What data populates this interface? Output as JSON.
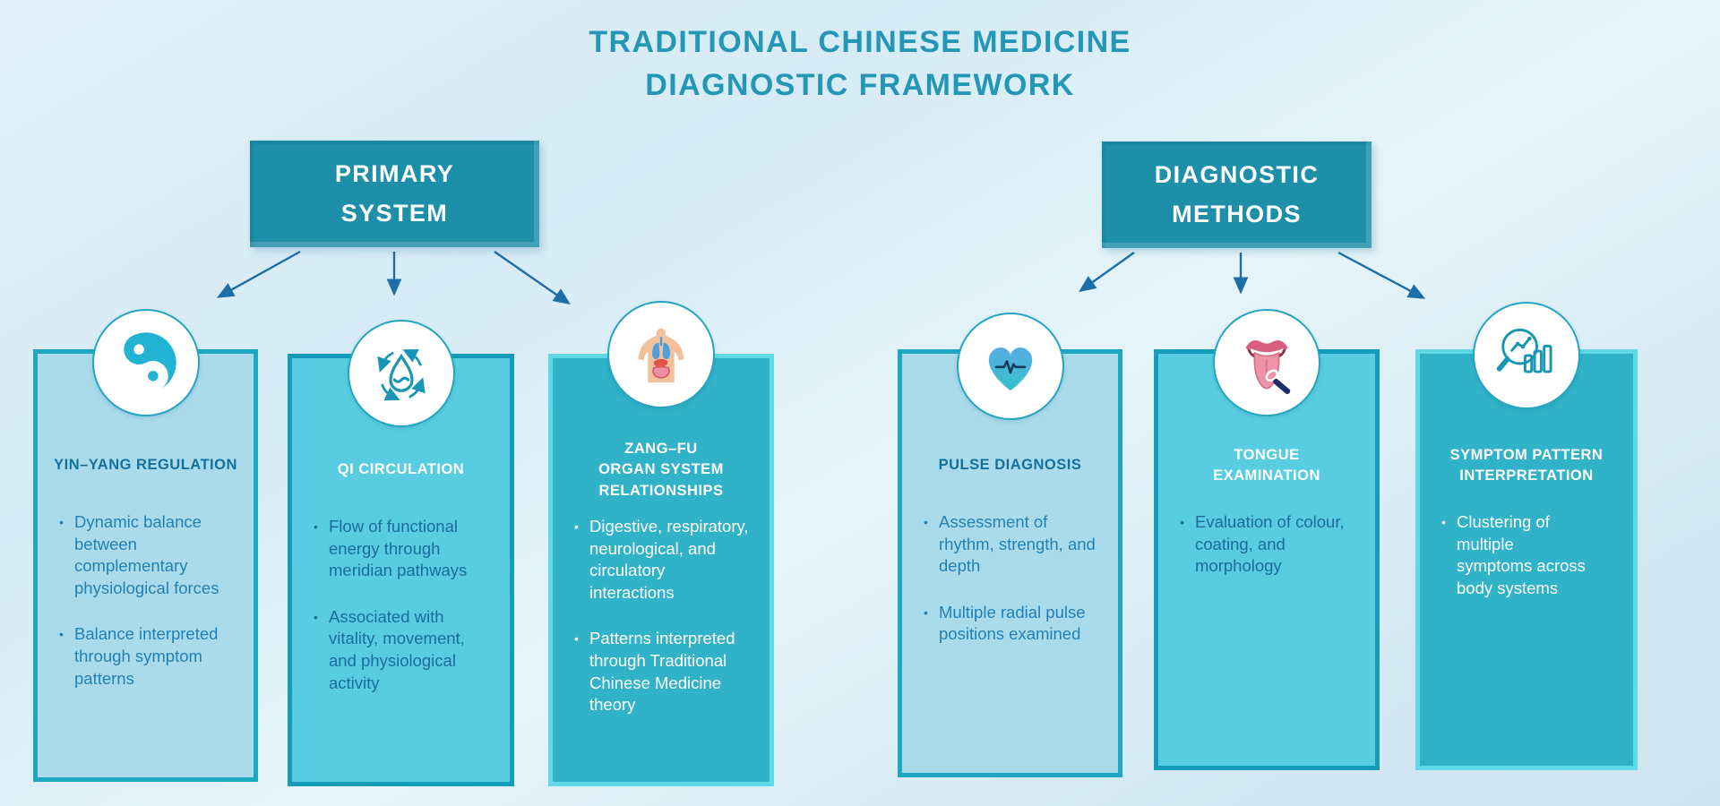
{
  "title": {
    "line1": "TRADITIONAL CHINESE MEDICINE",
    "line2": "DIAGNOSTIC FRAMEWORK"
  },
  "headers": [
    {
      "id": "primary-system",
      "lines": [
        "PRIMARY",
        "SYSTEM"
      ]
    },
    {
      "id": "diagnostic-methods",
      "lines": [
        "DIAGNOSTIC",
        "METHODS"
      ]
    }
  ],
  "cards": [
    {
      "icon": "yin-yang-icon",
      "title_lines": [
        "YIN–YANG REGULATION"
      ],
      "bullets": [
        "Dynamic balance between complementary physiological forces",
        "Balance interpreted through symptom patterns"
      ]
    },
    {
      "icon": "qi-circulation-icon",
      "title_lines": [
        "QI CIRCULATION"
      ],
      "bullets": [
        "Flow of functional energy through meridian pathways",
        "Associated with vitality, movement, and physiological activity"
      ]
    },
    {
      "icon": "zang-fu-organs-icon",
      "title_lines": [
        "ZANG–FU",
        "ORGAN SYSTEM",
        "RELATIONSHIPS"
      ],
      "bullets": [
        "Digestive, respiratory, neurological, and circulatory interactions",
        "Patterns interpreted through Traditional Chinese Medicine theory"
      ]
    },
    {
      "icon": "heart-pulse-icon",
      "title_lines": [
        "PULSE DIAGNOSIS"
      ],
      "bullets": [
        "Assessment of rhythm, strength, and depth",
        "Multiple radial pulse positions examined"
      ]
    },
    {
      "icon": "tongue-examination-icon",
      "title_lines": [
        "TONGUE",
        "EXAMINATION"
      ],
      "bullets": [
        "Evaluation of colour, coating, and morphology"
      ]
    },
    {
      "icon": "magnifier-chart-icon",
      "title_lines": [
        "SYMPTOM PATTERN",
        "INTERPRETATION"
      ],
      "bullets": [
        "Clustering of multiple symptoms across body systems"
      ]
    }
  ],
  "colors": {
    "page_background": "#d9edf7",
    "title_text": "#2497b6",
    "header_box": "#1e8fa9",
    "header_text": "#ffffff",
    "arrow": "#1d6da6",
    "card_light_bg": "#a9dbeb",
    "card_light_border": "#1ea7c2",
    "card_light_title": "#14719f",
    "card_light_text": "#2380b4",
    "card_mid_bg": "#58cde2",
    "card_mid_border": "#149cba",
    "card_mid_text": "#1c6b9e",
    "card_dark_bg": "#30b2c8",
    "card_dark_border": "#5fd8e7",
    "card_dark_text": "#ffffff",
    "icon_stroke": "#1996b4",
    "yin_yang_fill": "#22b2d4"
  }
}
